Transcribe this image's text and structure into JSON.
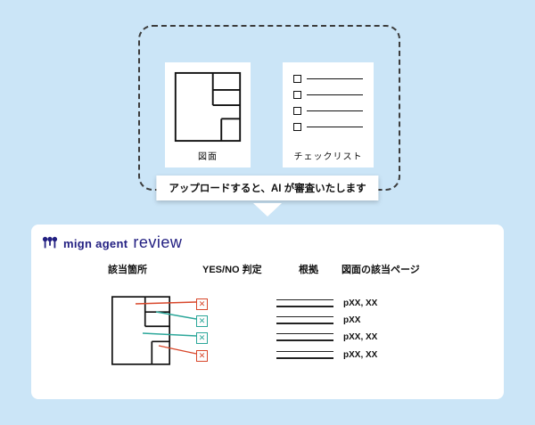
{
  "colors": {
    "background": "#cbe5f7",
    "brand_navy": "#232082",
    "mark_red": "#d8472b",
    "mark_teal": "#2ca79a"
  },
  "upload": {
    "blueprint_card": {
      "label": "図面"
    },
    "checklist_card": {
      "label": "チェックリスト"
    },
    "caption": "アップロードすると、AI が審査いたします"
  },
  "panel": {
    "brand": {
      "name": "mign agent",
      "product": "review"
    },
    "headers": [
      "該当箇所",
      "YES/NO 判定",
      "根拠",
      "図面の該当ページ"
    ],
    "rows": [
      {
        "mark": "✕",
        "mark_color": "#d8472b",
        "pages": "pXX, XX"
      },
      {
        "mark": "✕",
        "mark_color": "#2ca79a",
        "pages": "pXX"
      },
      {
        "mark": "✕",
        "mark_color": "#2ca79a",
        "pages": "pXX, XX"
      },
      {
        "mark": "✕",
        "mark_color": "#d8472b",
        "pages": "pXX, XX"
      }
    ]
  }
}
